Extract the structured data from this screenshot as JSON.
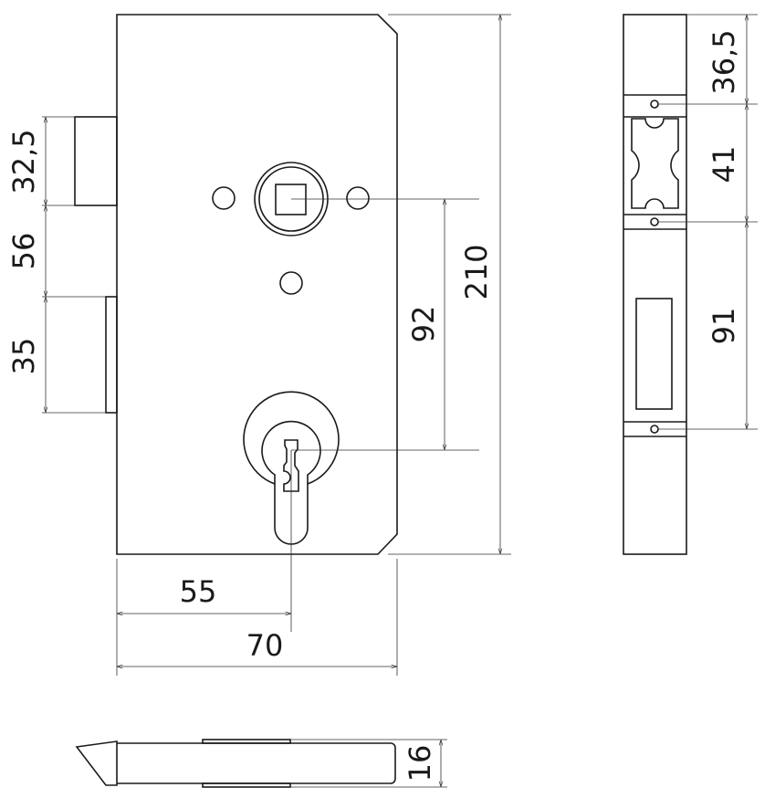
{
  "colors": {
    "line": "#1a1a1a",
    "background": "#ffffff"
  },
  "front_view": {
    "dims": {
      "latch_height": "32,5",
      "latch_to_bolt": "56",
      "bolt_height": "35",
      "spindle_to_cylinder": "92",
      "case_height": "210",
      "backset": "55",
      "case_width": "70"
    }
  },
  "side_view": {
    "dims": {
      "top_to_hole": "36,5",
      "hole_spacing_upper": "41",
      "hole_spacing_lower": "91"
    }
  },
  "bottom_view": {
    "dims": {
      "thickness": "16"
    }
  }
}
